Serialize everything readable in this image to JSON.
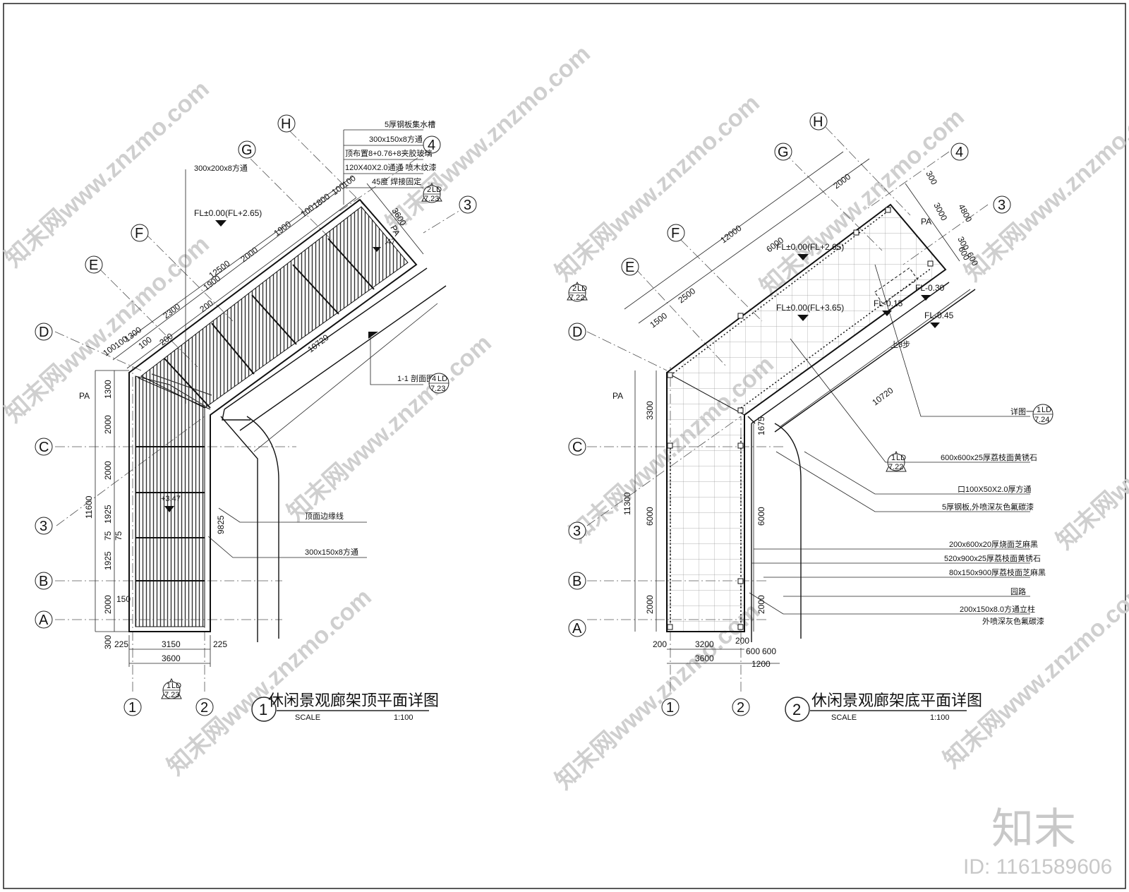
{
  "watermark": {
    "text": "知末网www.znzmo.com"
  },
  "plan1": {
    "title": "休闲景观廊架顶平面详图",
    "number": "1",
    "scale_label": "SCALE",
    "scale_value": "1:100",
    "axes": [
      "A",
      "B",
      "C",
      "D",
      "E",
      "F",
      "G",
      "H",
      "1",
      "2",
      "3",
      "3",
      "4"
    ],
    "level_labels": [
      "FL±0.00(FL+2.65)",
      "PA",
      "PA"
    ],
    "level_small": [
      ".47",
      "+3.47"
    ],
    "notes": [
      "5厚钢板集水槽",
      "300x150x8方通",
      "顶布置8+0.76+8夹胶玻璃",
      "120X40X2.0通通  喷木纹漆",
      "45度  焊接固定",
      "300x200x8方通",
      "顶面边缘线",
      "300x150x8方通",
      "1-1 剖面图"
    ],
    "dims_left": [
      "1300",
      "2000",
      "2000",
      "1925",
      "75",
      "75",
      "1925",
      "2000",
      "300",
      "11600",
      "150"
    ],
    "dims_bottom": [
      "225",
      "3150",
      "225",
      "3600"
    ],
    "dims_diag": [
      "12500",
      "100",
      "100",
      "1300",
      "2300",
      "1900",
      "2000",
      "1900",
      "100",
      "1800",
      "100",
      "100",
      "100",
      "10720",
      "3600",
      "9825",
      "200",
      "200"
    ],
    "callouts": [
      {
        "num": "2",
        "code": "LD",
        "sheet": "7.23"
      },
      {
        "num": "4",
        "code": "LD",
        "sheet": "7.23"
      },
      {
        "num": "1",
        "code": "LD",
        "sheet": "7.23"
      }
    ]
  },
  "plan2": {
    "title": "休闲景观廊架底平面详图",
    "number": "2",
    "scale_label": "SCALE",
    "scale_value": "1:100",
    "axes": [
      "A",
      "B",
      "C",
      "D",
      "E",
      "F",
      "G",
      "H",
      "1",
      "2",
      "3",
      "3",
      "4"
    ],
    "level_labels": [
      "FL±0.00(FL+2.65)",
      "FL±0.00(FL+3.65)",
      "FL-0.15",
      "FL-0.30",
      "FL-0.45",
      "PA",
      "PA"
    ],
    "notes": [
      "上3步",
      "详图一",
      "600x600x25厚荔枝面黄锈石",
      "口100X50X2.0厚方通",
      "5厚钢板,外喷深灰色氟碳漆",
      "200x600x20厚烧面芝麻黑",
      "520x900x25厚荔枝面黄锈石",
      "80x150x900厚荔枝面芝麻黑",
      "园路",
      "200x150x8.0方通立柱",
      "外喷深灰色氟碳漆"
    ],
    "dims_left": [
      "3300",
      "6000",
      "2000",
      "11300"
    ],
    "dims_mid": [
      "1675",
      "6000",
      "2000"
    ],
    "dims_bottom": [
      "200",
      "3200",
      "200",
      "600",
      "600",
      "3600",
      "1200"
    ],
    "dims_diag": [
      "12000",
      "6000",
      "2500",
      "1500",
      "2000",
      "300",
      "3000",
      "4800",
      "300",
      "600",
      "600",
      "10720"
    ],
    "callouts": [
      {
        "num": "2",
        "code": "LD",
        "sheet": "7.22"
      },
      {
        "num": "1",
        "code": "LD",
        "sheet": "7.22"
      },
      {
        "num": "1",
        "code": "LD",
        "sheet": "7.24"
      }
    ]
  },
  "brand": {
    "name": "知末",
    "id": "ID: 1161589606"
  }
}
